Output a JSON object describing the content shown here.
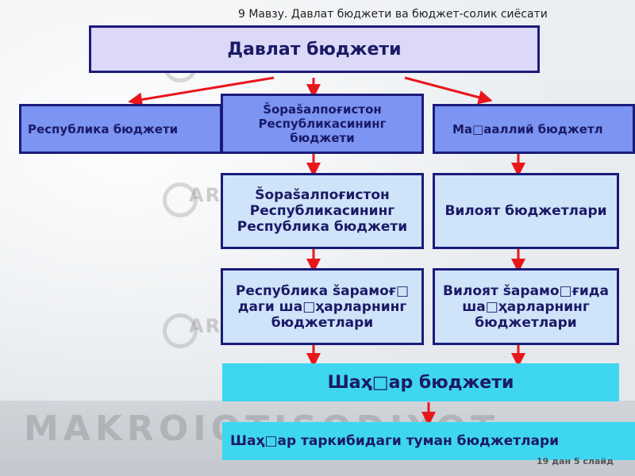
{
  "header": {
    "title": "9 Мавзу. Давлат бюджети ва бюджет-солик сиёсати"
  },
  "footer": {
    "slide_counter": "19 дан 5 слайд"
  },
  "watermark": {
    "text": "ARXIV.UZ",
    "bottom_text": "MAKROIQTISODIYOT"
  },
  "boxes": {
    "state_budget": "Давлат бюджети",
    "republic_budget": "Республика бюджети",
    "karakalpakstan_budget": "Šоpašалпоғистон\nРеспубликасининг\nбюджети",
    "local_budget": "Ма□ааллий бюджетл",
    "karakalpakstan_republic_budget": "Šоpašалпоғистон\nРеспубликасининг\nРеспублика бюджети",
    "regional_budgets": "Вилоят бюджетлари",
    "republic_city_budgets": "Республика šарамоғ□\nдаги ша□ҳарларнинг\nбюджетлари",
    "regional_city_budgets": "Вилоят šарамо□ғида\nша□ҳарларнинг\nбюджетлари",
    "city_budget": "Шаҳ□ар бюджети",
    "district_budgets": "Шаҳ□ар таркибидаги туман бюджетлари"
  },
  "colors": {
    "arrow": "#e8171c",
    "border": "#1b1b7a",
    "text": "#1a1a66"
  }
}
